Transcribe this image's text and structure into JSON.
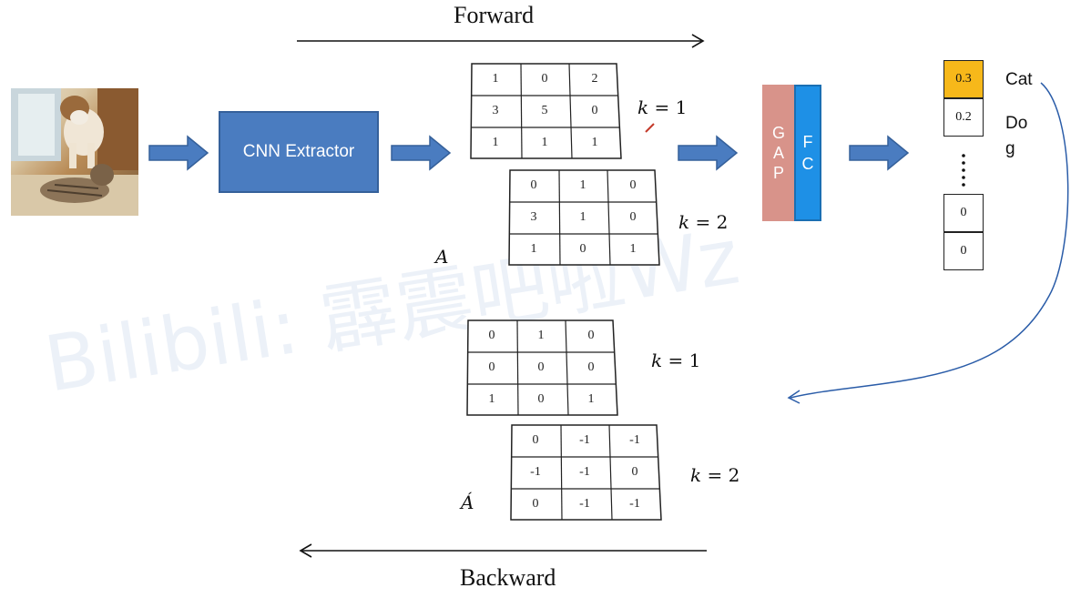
{
  "forward_label": "Forward",
  "backward_label": "Backward",
  "cnn_label": "CNN Extractor",
  "gap_letters": [
    "G",
    "A",
    "P"
  ],
  "fc_letters": [
    "F",
    "C"
  ],
  "matrices": [
    {
      "label_var": "k",
      "label_val": "1",
      "cells": [
        [
          "1",
          "0",
          "2"
        ],
        [
          "3",
          "5",
          "0"
        ],
        [
          "1",
          "1",
          "1"
        ]
      ]
    },
    {
      "label_var": "k",
      "label_val": "2",
      "cells": [
        [
          "0",
          "1",
          "0"
        ],
        [
          "3",
          "1",
          "0"
        ],
        [
          "1",
          "0",
          "1"
        ]
      ]
    },
    {
      "label_var": "k",
      "label_val": "1",
      "cells": [
        [
          "0",
          "1",
          "0"
        ],
        [
          "0",
          "0",
          "0"
        ],
        [
          "1",
          "0",
          "1"
        ]
      ]
    },
    {
      "label_var": "k",
      "label_val": "2",
      "cells": [
        [
          "0",
          "-1",
          "-1"
        ],
        [
          "-1",
          "-1",
          "0"
        ],
        [
          "0",
          "-1",
          "-1"
        ]
      ]
    }
  ],
  "set_label_a": "A",
  "set_label_a_prime": "Á",
  "output": {
    "values": [
      "0.3",
      "0.2",
      "0",
      "0"
    ],
    "highlight_color": "#f7b81a",
    "classes": [
      "Cat",
      "Do\ng"
    ]
  },
  "watermark": "Bilibili: 霹震吧啦Wz",
  "colors": {
    "arrow_fill": "#4a7cc0",
    "cnn": "#4a7cc0",
    "gap": "#d8938a",
    "fc": "#1e90e6"
  }
}
